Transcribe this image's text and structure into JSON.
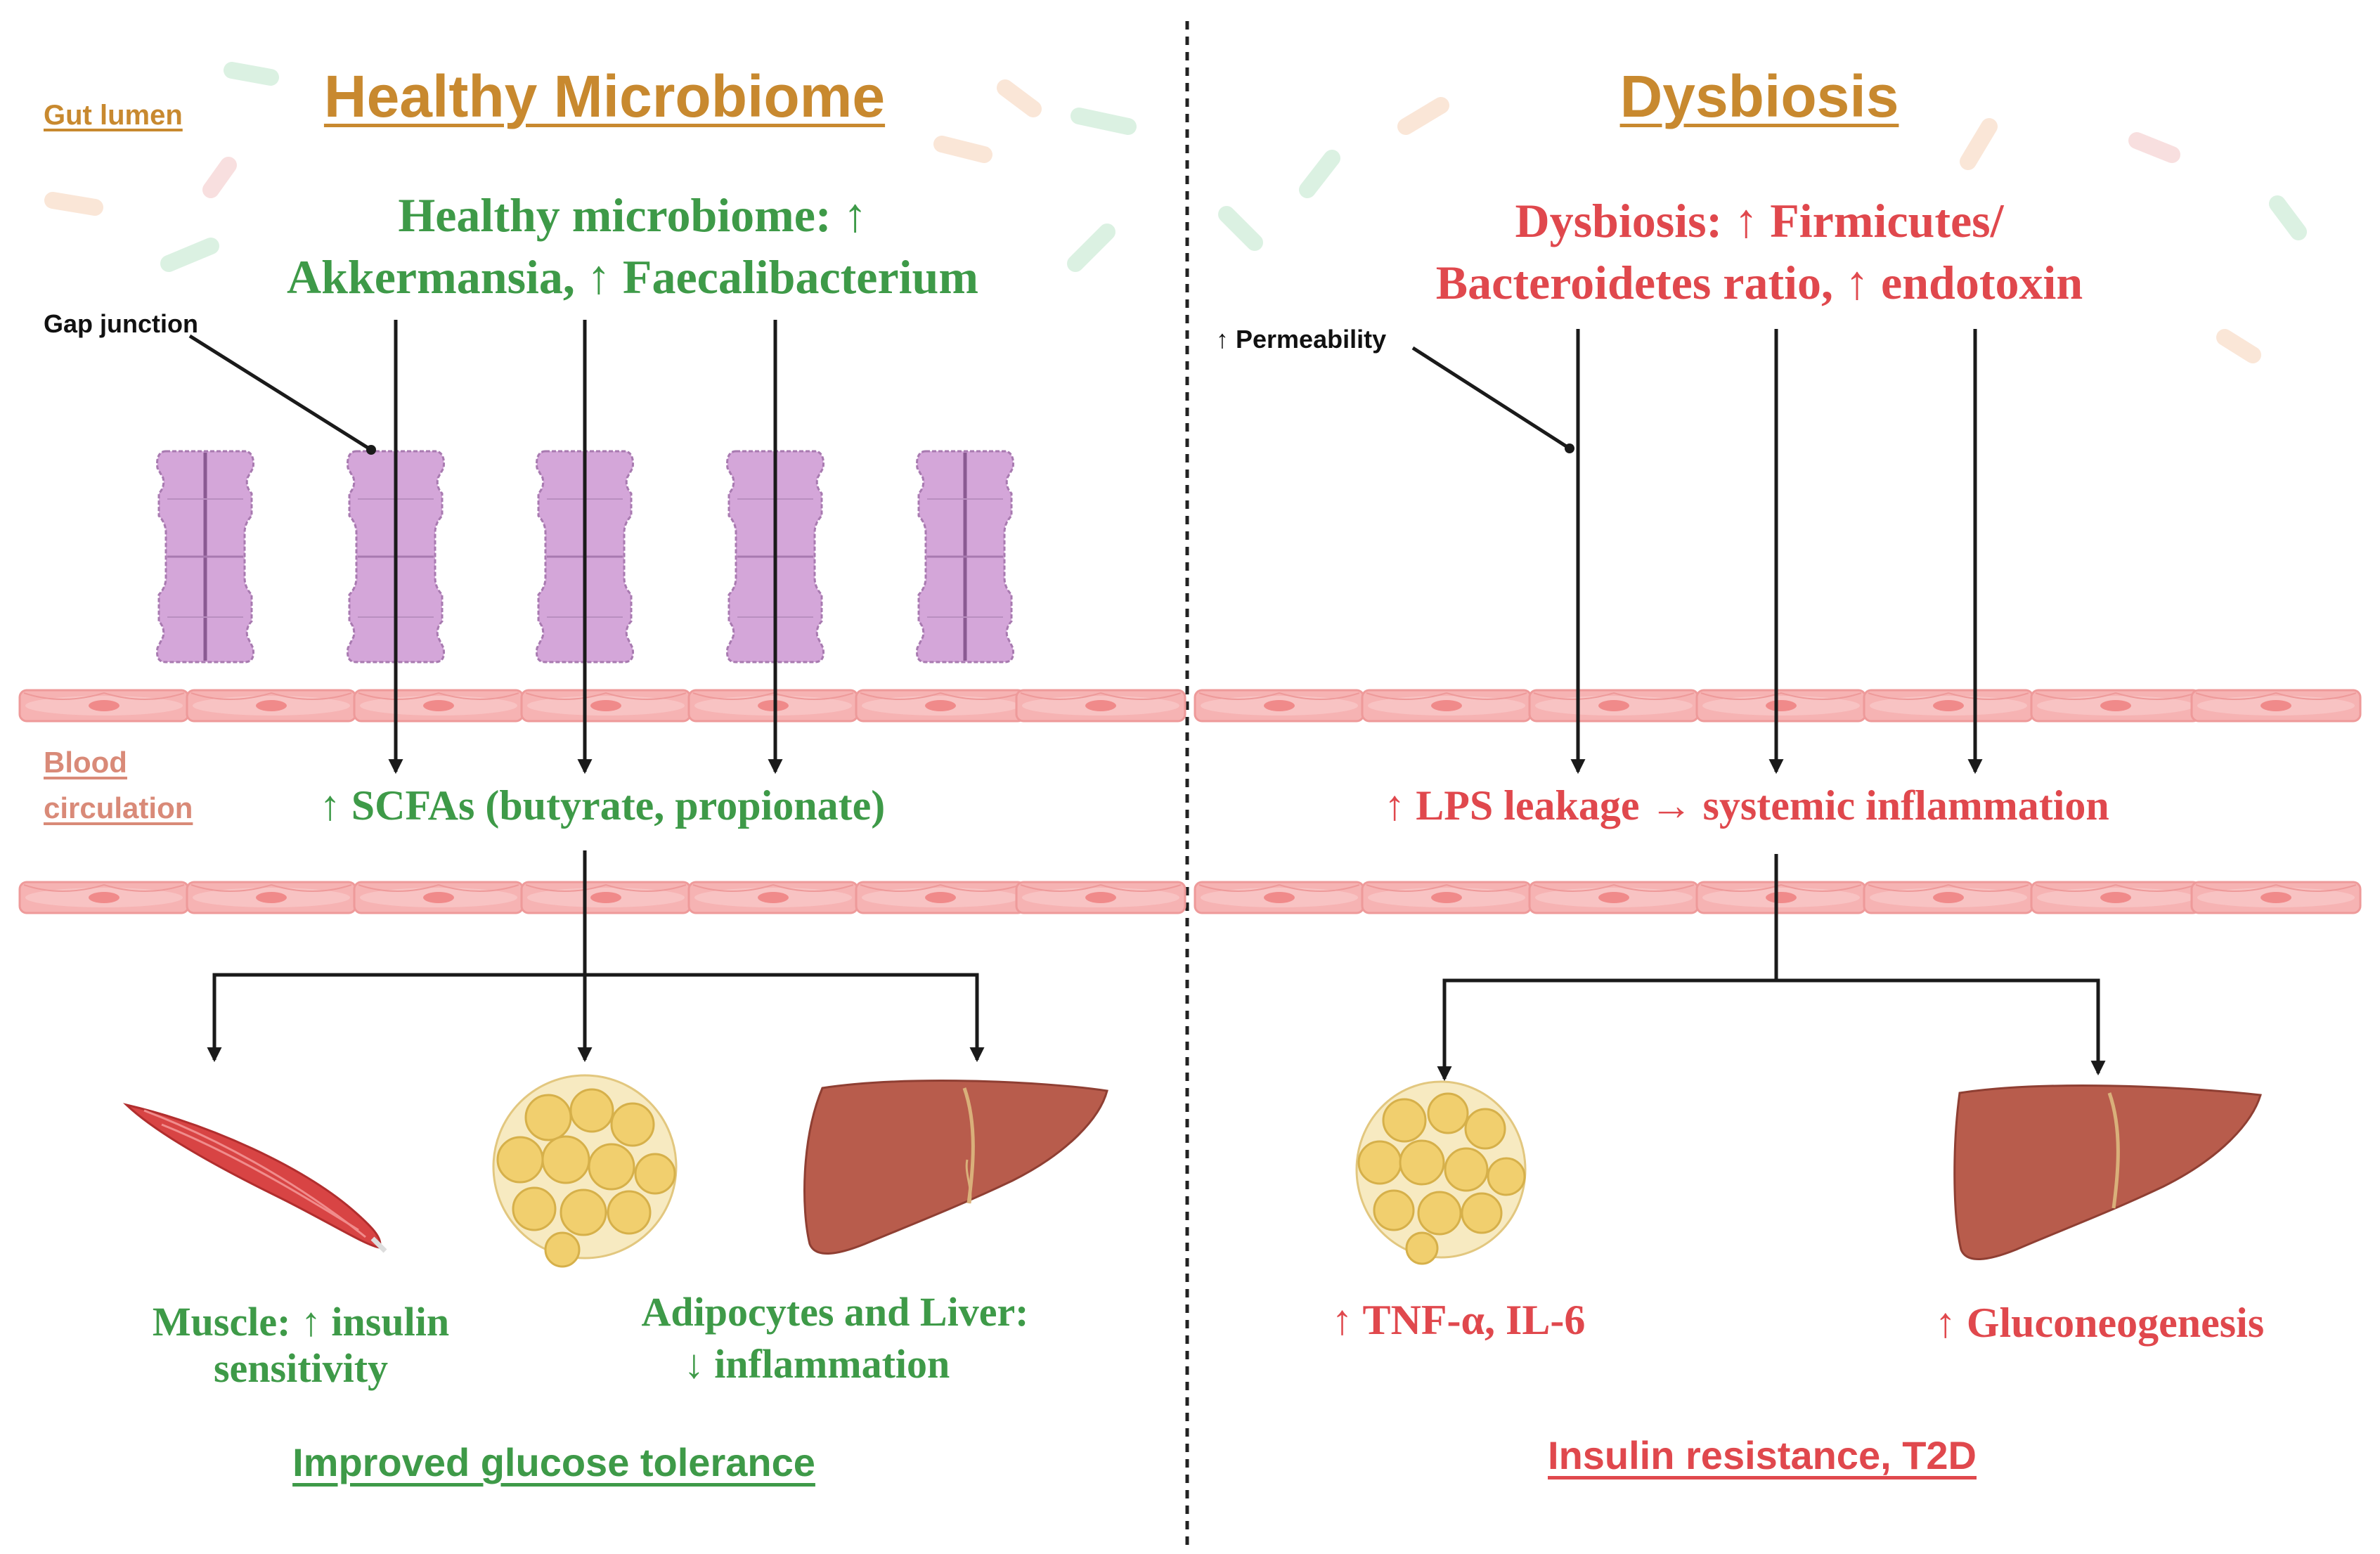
{
  "labels": {
    "gut_lumen": "Gut lumen",
    "blood_line1": "Blood",
    "blood_line2": "circulation",
    "gap_junction": "Gap junction",
    "permeability": "↑ Permeability"
  },
  "healthy": {
    "heading": "Healthy Microbiome",
    "composition_line1": "Healthy microbiome: ↑",
    "composition_line2": "Akkermansia, ↑ Faecalibacterium",
    "metabolites": "↑ SCFAs (butyrate, propionate)",
    "muscle_line1": "Muscle: ↑ insulin",
    "muscle_line2": "sensitivity",
    "adipo_line1": "Adipocytes and Liver:",
    "adipo_line2": "↓ inflammation",
    "outcome": "Improved glucose tolerance"
  },
  "dysbiosis": {
    "heading": "Dysbiosis",
    "composition_line1": "Dysbiosis: ↑ Firmicutes/",
    "composition_line2": "Bacteroidetes ratio, ↑ endotoxin",
    "metabolites": "↑ LPS leakage → systemic inflammation",
    "cytokines": "↑ TNF-α, IL-6",
    "liver_effect": "↑ Gluconeogenesis",
    "outcome": "Insulin resistance, T2D"
  },
  "colors": {
    "healthy_text": "#3e9a48",
    "dysbiosis_text": "#e0484d",
    "heading_orange": "#c8892f",
    "blood_label": "#d98a78",
    "enterocyte": "#d4a6d9",
    "blood_vessel": "#f6b3b3",
    "muscle": "#d84444",
    "adipocyte": "#f1cf6e",
    "liver": "#b85c4c",
    "arrow": "#1a1a1a"
  },
  "icons": [
    "bacteria-icon",
    "enterocyte-icon",
    "blood-vessel-icon",
    "muscle-icon",
    "adipocyte-icon",
    "liver-icon"
  ]
}
